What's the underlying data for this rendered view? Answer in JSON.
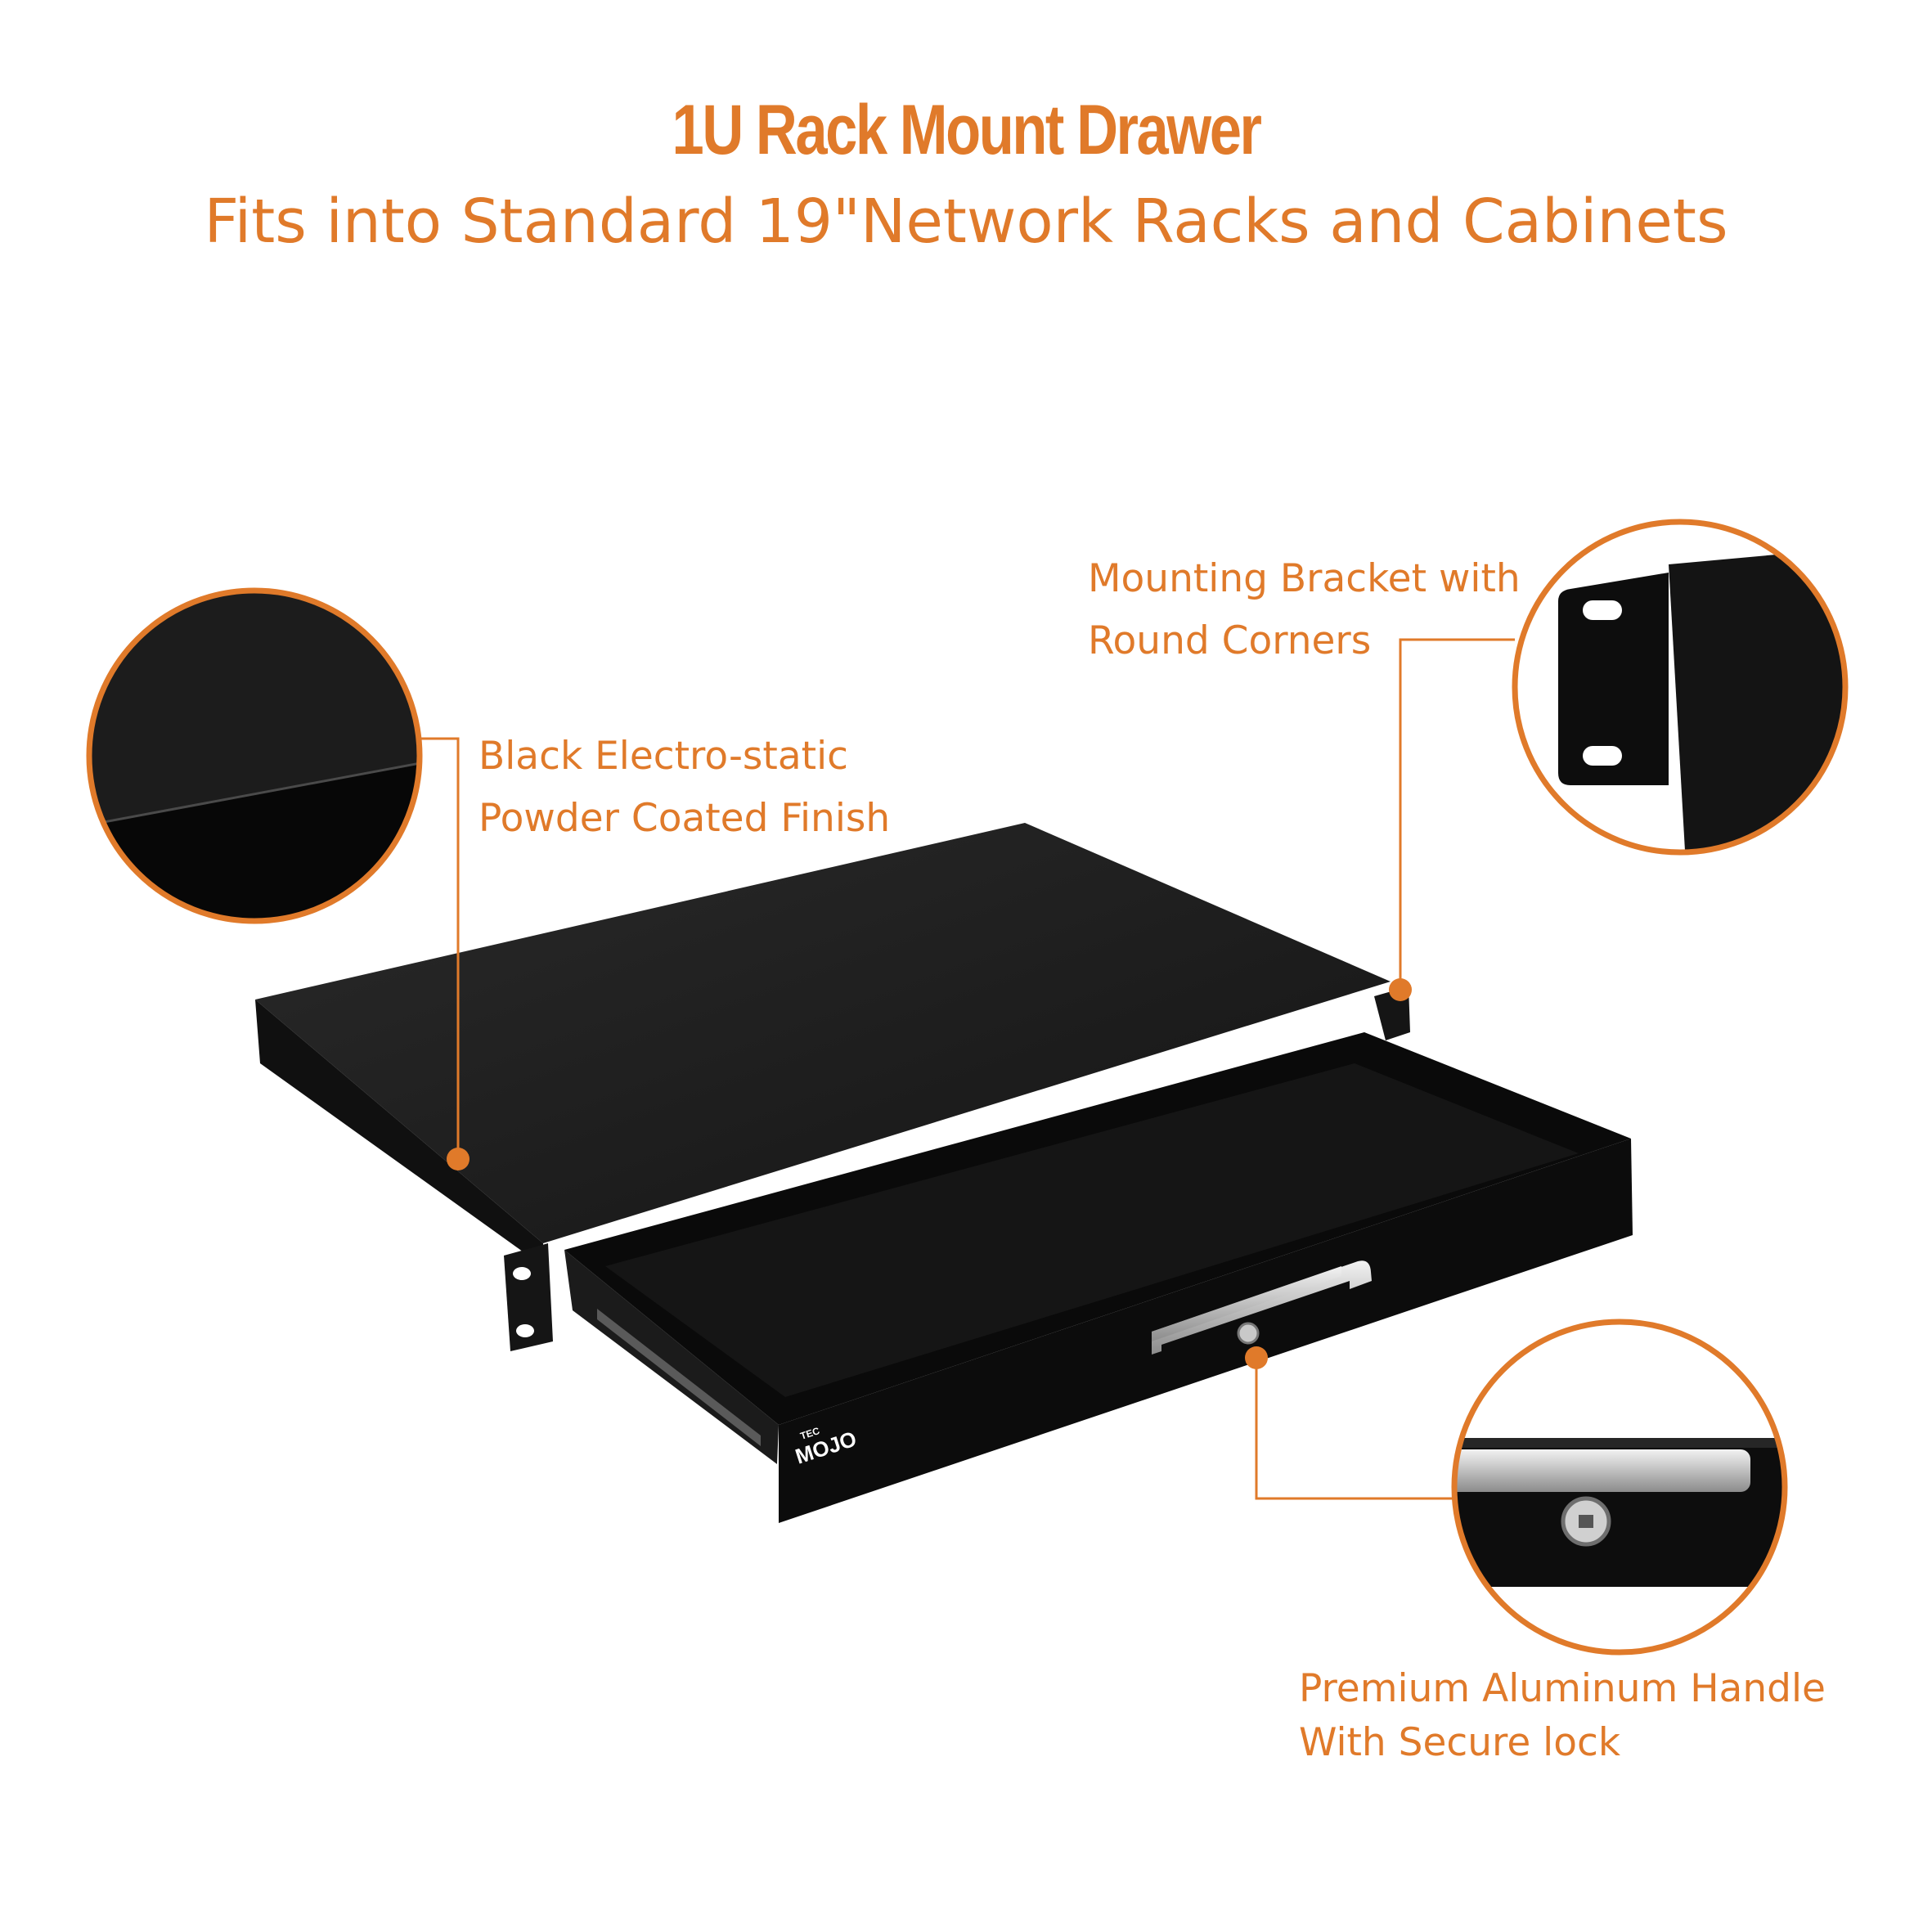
{
  "colors": {
    "accent": "#e07a2a",
    "product_black": "#0d0d0d",
    "background": "#ffffff"
  },
  "header": {
    "title": "1U Rack Mount Drawer",
    "subtitle": "Fits into Standard 19\"Network Racks and Cabinets"
  },
  "callouts": {
    "finish": {
      "line1": "Black Electro-static",
      "line2": "Powder Coated Finish"
    },
    "bracket": {
      "line1": "Mounting Bracket with",
      "line2": "Round Corners"
    },
    "handle": {
      "line1": "Premium Aluminum Handle",
      "line2": "With Secure lock"
    }
  },
  "product": {
    "brand_small": "TEC",
    "brand_large": "MOJO"
  },
  "icons": [
    "powder-finish-detail",
    "mounting-bracket-detail",
    "handle-lock-detail"
  ]
}
